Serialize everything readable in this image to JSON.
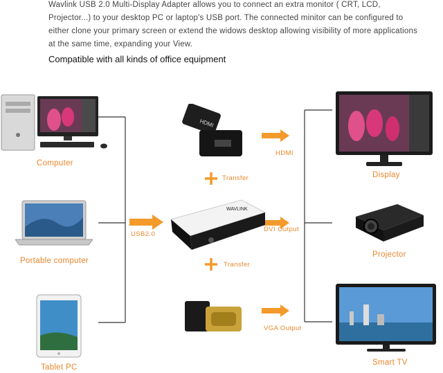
{
  "intro": "Wavlink USB 2.0 Multi-Display Adapter allows you to connect an extra monitor ( CRT, LCD, Projector...) to your desktop PC or laptop's USB port. The connected minitor can be configured to either clone your primary screen or extend the widows desktop allowing visibility of more applications at the same time, expanding your View.",
  "subheading": "Compatible with all kinds of office equipment",
  "inputs": {
    "computer": "Computer",
    "portable": "Portable computer",
    "tablet": "Tablet PC"
  },
  "connections": {
    "usb": "USB2.0",
    "hdmi": "HDMI",
    "dvi": "DVI Output",
    "vga": "VGA Output",
    "transfer_top": "Transfer",
    "transfer_bottom": "Transfer"
  },
  "outputs": {
    "display": "Display",
    "projector": "Projector",
    "smart_tv": "Smart TV"
  },
  "device_text": {
    "adapter_brand": "WAVLINK",
    "hdmi_adapter_text": "HDMI"
  },
  "colors": {
    "accent": "#e8862a",
    "wire": "#333333"
  }
}
